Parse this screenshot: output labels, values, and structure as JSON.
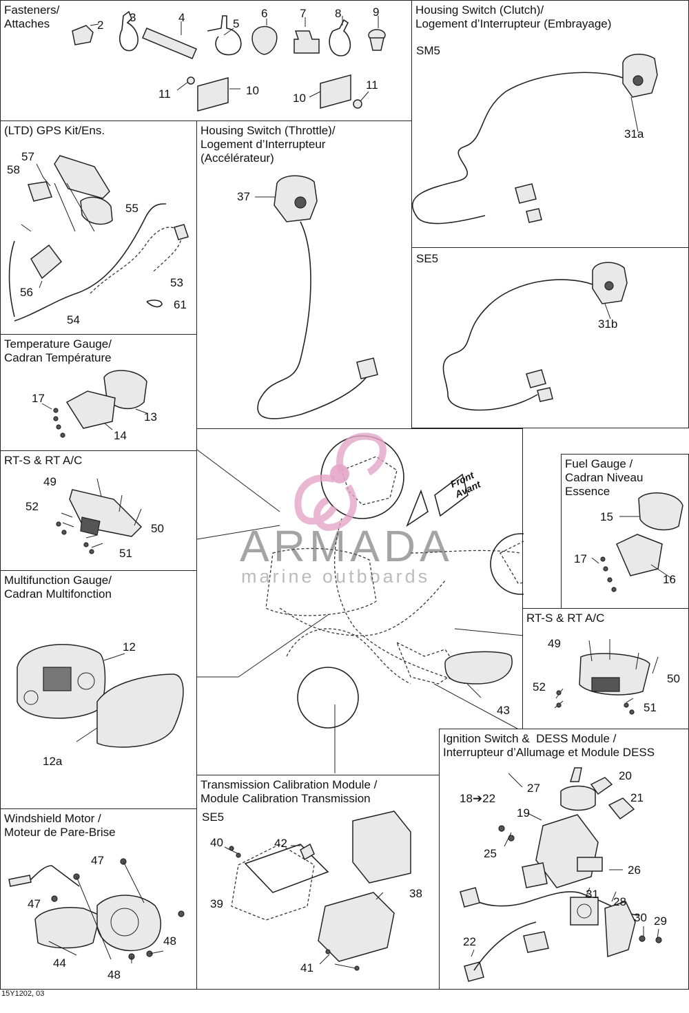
{
  "panels": {
    "fasteners": {
      "title": "Fasteners/\nAttaches",
      "labels": [
        "2",
        "3",
        "4",
        "5",
        "6",
        "7",
        "8",
        "9",
        "10",
        "11",
        "10",
        "11"
      ]
    },
    "clutch": {
      "title": "Housing Switch (Clutch)/\nLogement d’Interrupteur (Embrayage)",
      "model_a": "SM5",
      "model_b": "SE5",
      "labels": [
        "31a",
        "31b"
      ]
    },
    "gps": {
      "title": "(LTD) GPS Kit/Ens.",
      "labels": [
        "57",
        "58",
        "55",
        "56",
        "53",
        "61",
        "54"
      ]
    },
    "throttle": {
      "title": "Housing Switch (Throttle)/\nLogement d’Interrupteur\n(Accélérateur)",
      "labels": [
        "37"
      ]
    },
    "temp": {
      "title": "Temperature Gauge/\nCadran Température",
      "labels": [
        "17",
        "13",
        "14"
      ]
    },
    "rts_left": {
      "title": "RT-S & RT A/C",
      "labels": [
        "49",
        "52",
        "50",
        "51"
      ]
    },
    "multi": {
      "title": "Multifunction Gauge/\nCadran Multifonction",
      "labels": [
        "12",
        "12a"
      ]
    },
    "windshield": {
      "title": "Windshield Motor /\nMoteur de Pare-Brise",
      "labels": [
        "47",
        "47",
        "44",
        "48",
        "48"
      ]
    },
    "center": {
      "front_label": "Front\nAvant",
      "labels": [
        "43"
      ]
    },
    "fuel": {
      "title": "Fuel Gauge /\nCadran Niveau\nEssence",
      "labels": [
        "15",
        "17",
        "16"
      ]
    },
    "rts_right": {
      "title": "RT-S & RT A/C",
      "labels": [
        "49",
        "50",
        "52",
        "51"
      ]
    },
    "tcm": {
      "title": "Transmission Calibration Module /\nModule Calibration Transmission",
      "model": "SE5",
      "labels": [
        "40",
        "42",
        "39",
        "38",
        "41"
      ]
    },
    "ignition": {
      "title": "Ignition Switch &  DESS Module /\nInterrupteur d’Allumage et Module DESS",
      "labels": [
        "20",
        "27",
        "18➔22",
        "19",
        "21",
        "25",
        "26",
        "31",
        "28",
        "30",
        "29",
        "22"
      ]
    }
  },
  "watermark": {
    "word": "ARMADA",
    "sub": "marine outboards",
    "color": "#e4a6c8"
  },
  "footer": "15Y1202, 03"
}
